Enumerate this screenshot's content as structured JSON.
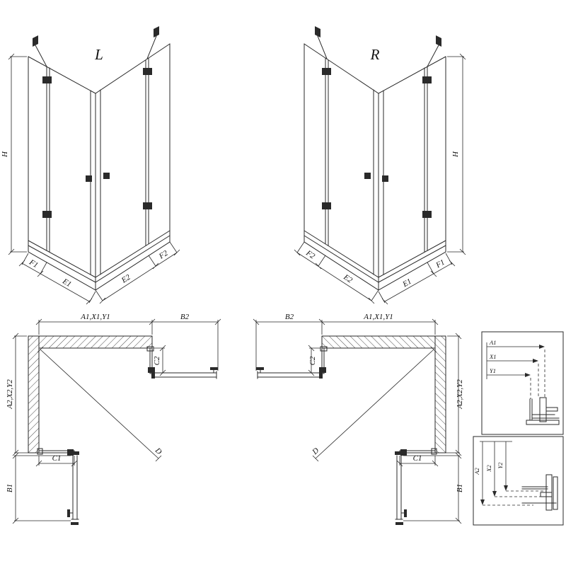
{
  "sheet": {
    "front_left": {
      "variant": "L",
      "h": "H",
      "f1": "F1",
      "e1": "E1",
      "e2": "E2",
      "f2": "F2"
    },
    "front_right": {
      "variant": "R",
      "h": "H",
      "f1": "F1",
      "e1": "E1",
      "e2": "E2",
      "f2": "F2"
    },
    "plan_left": {
      "width_main": "A1,X1,Y1",
      "width_door": "B2",
      "depth_main": "A2,X2,Y2",
      "depth_door": "B1",
      "c1": "C1",
      "c2": "C2",
      "diag": "D"
    },
    "plan_right": {
      "width_main": "A1,X1,Y1",
      "width_door": "B2",
      "depth_main": "A2,X2,Y2",
      "depth_door": "B1",
      "c1": "C1",
      "c2": "C2",
      "diag": "D"
    },
    "detail_top": {
      "a1": "A1",
      "x1": "X1",
      "y1": "Y1"
    },
    "detail_bottom": {
      "a2": "A2",
      "x2": "X2",
      "y2": "Y2"
    }
  },
  "colors": {
    "line": "#2a2a2a",
    "background": "#ffffff"
  }
}
